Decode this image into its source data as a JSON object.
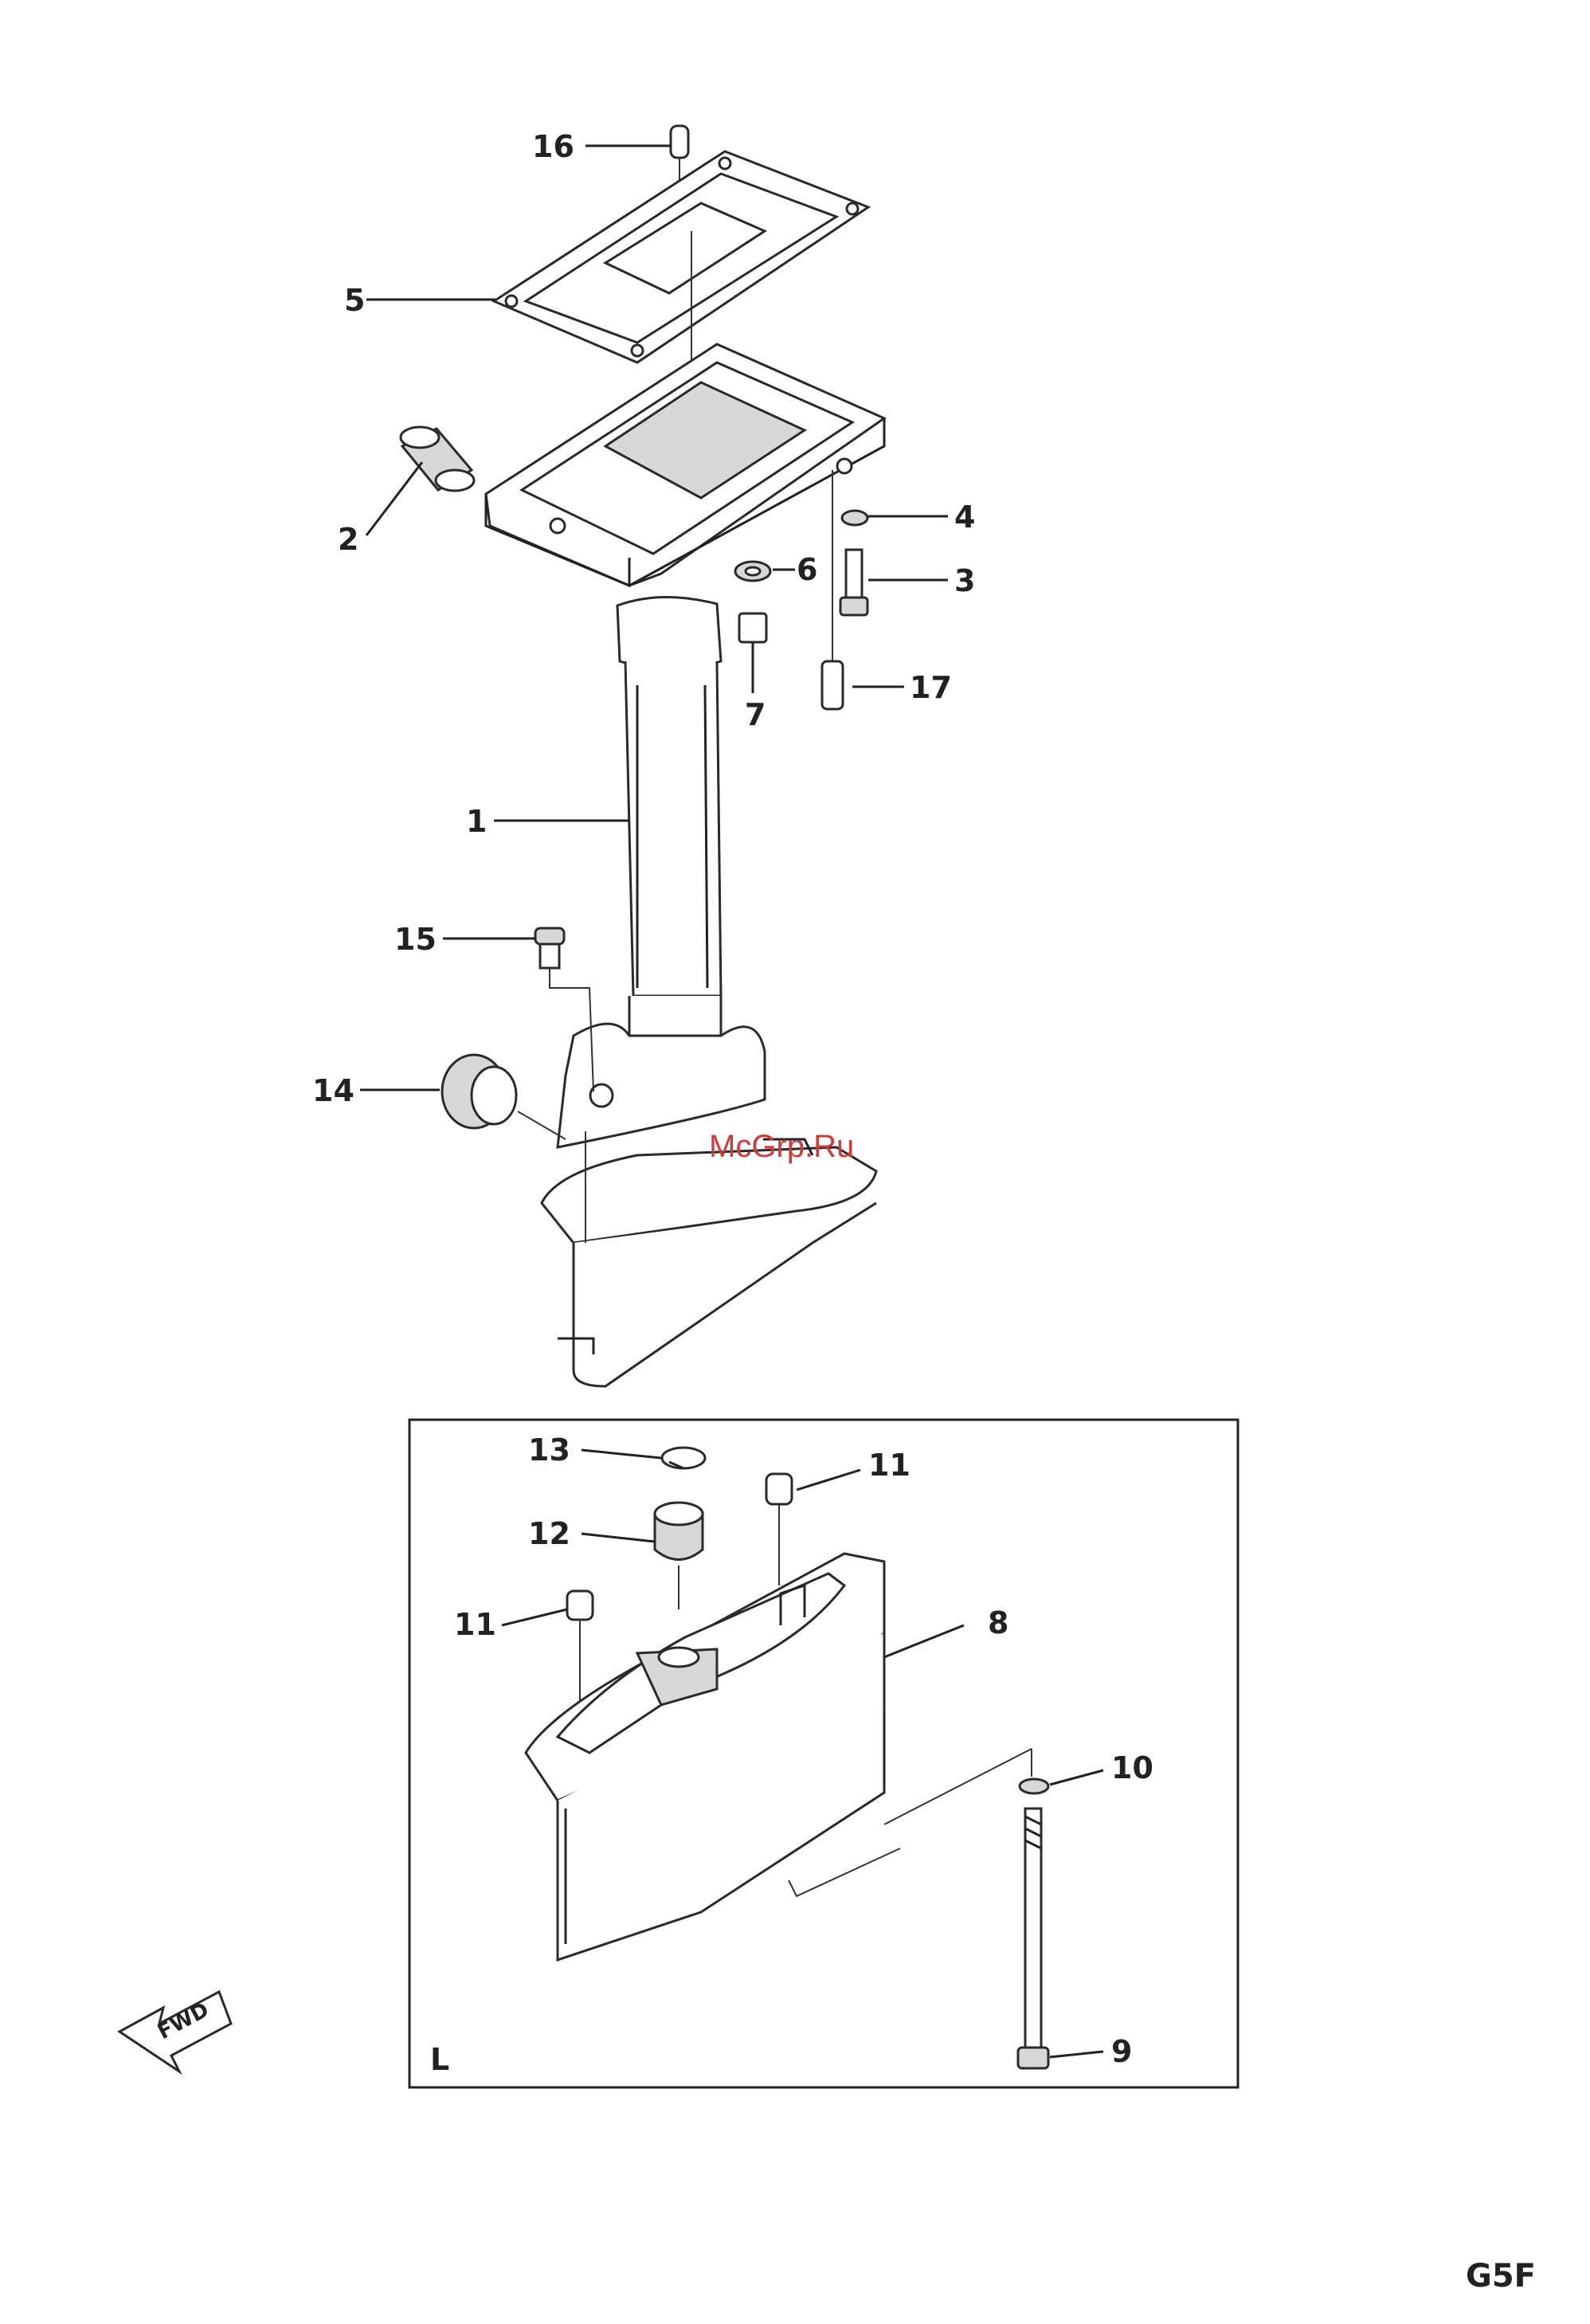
{
  "labels": {
    "n1": "1",
    "n2": "2",
    "n3": "3",
    "n4": "4",
    "n5": "5",
    "n6": "6",
    "n7": "7",
    "n8": "8",
    "n9": "9",
    "n10": "10",
    "n11a": "11",
    "n11b": "11",
    "n12": "12",
    "n13": "13",
    "n14": "14",
    "n15": "15",
    "n16": "16",
    "n17": "17"
  },
  "inset_label": "L",
  "fwd_label": "FWD",
  "watermark": "McGrp.Ru",
  "page_code": "G5F",
  "colors": {
    "line": "#222222",
    "watermark": "#d03a3a",
    "shade": "#d8d8d8"
  }
}
